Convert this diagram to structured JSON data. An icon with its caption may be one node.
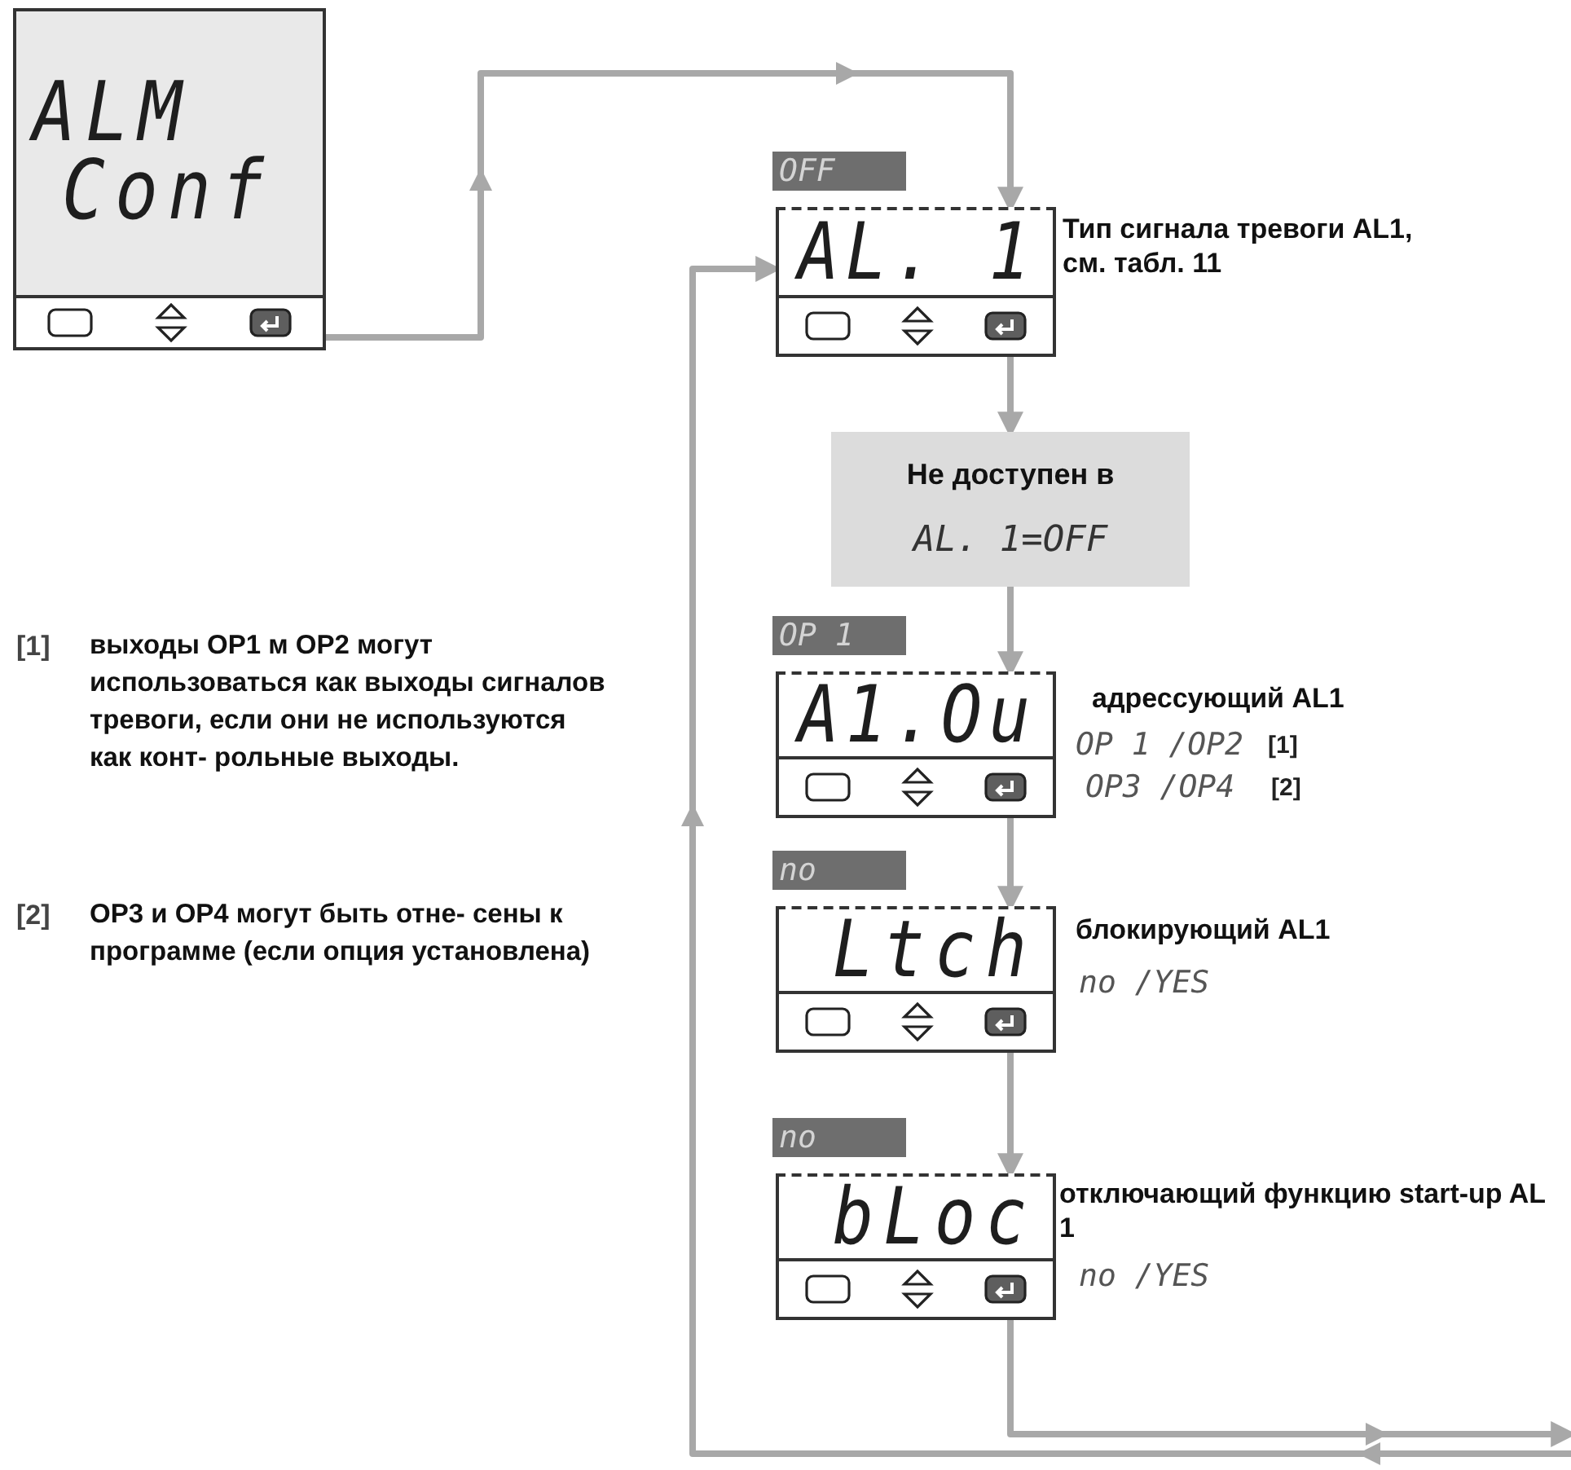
{
  "diagram": {
    "nodes": [
      {
        "text": [
          "ALM",
          "Conf"
        ]
      },
      {
        "text": [
          "AL. 1"
        ],
        "beside": [
          "OFF",
          "Тип сигнала тревоги AL1, см. табл. 11"
        ]
      },
      {
        "text": [
          "Не доступен в",
          "AL. 1=OFF"
        ]
      },
      {
        "text": [
          "A1.Ou"
        ],
        "beside": [
          "OP 1",
          "адрессующий AL1",
          "OP 1 /OP2",
          "[1]",
          "OP3 /OP4",
          "[2]"
        ]
      },
      {
        "text": [
          "Ltch"
        ],
        "beside": [
          "no",
          "блокирующий AL1",
          "no /YES"
        ]
      },
      {
        "text": [
          "bLoc"
        ],
        "beside": [
          "no",
          "отключающий функцию start-up AL 1",
          "no /YES"
        ]
      }
    ],
    "edges": [
      {
        "from": 0,
        "to": 1,
        "arrow": "to"
      },
      {
        "from": 1,
        "to": 2,
        "arrow": "to"
      },
      {
        "from": 2,
        "to": 3,
        "arrow": "to"
      },
      {
        "from": 3,
        "to": 4,
        "arrow": "to"
      },
      {
        "from": 4,
        "to": 5,
        "arrow": "to"
      },
      {
        "from": 5,
        "to": null,
        "arrow": "to"
      },
      {
        "from": null,
        "to": 1,
        "arrow": "to"
      }
    ],
    "labels": [
      "[1]",
      "выходы OP1 м OP2 могут использоваться как выходы сигналов тревоги, если они не используются как конт- рольные выходы.",
      "[2]",
      "OP3 и OP4 могут быть отне- сены к программе (если опция установлена)"
    ]
  }
}
